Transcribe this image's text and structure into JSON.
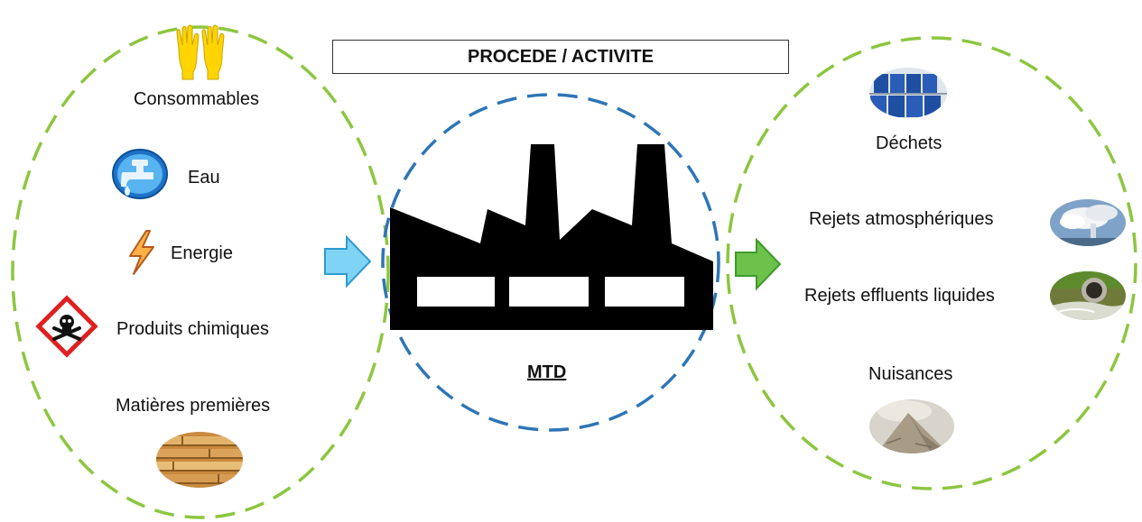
{
  "title": "PROCEDE / ACTIVITE",
  "center": {
    "label": "MTD"
  },
  "inputs": [
    {
      "label": "Consommables",
      "icon": "gloves-icon"
    },
    {
      "label": "Eau",
      "icon": "water-tap-icon"
    },
    {
      "label": "Energie",
      "icon": "lightning-icon"
    },
    {
      "label": "Produits chimiques",
      "icon": "toxic-hazard-icon"
    },
    {
      "label": "Matières premières",
      "icon": "wood-planks-icon"
    }
  ],
  "outputs": [
    {
      "label": "Déchets",
      "icon": "waste-barrels-icon"
    },
    {
      "label": "Rejets atmosphériques",
      "icon": "smoke-stack-icon"
    },
    {
      "label": "Rejets effluents liquides",
      "icon": "drain-pipe-icon"
    },
    {
      "label": "Nuisances",
      "icon": "dust-pile-icon"
    }
  ],
  "colors": {
    "input_circle": "#8cc63f",
    "process_circle": "#2e75b6",
    "output_circle": "#8cc63f",
    "arrow_in": "#7fd3f5",
    "arrow_out": "#6cc24a",
    "factory": "#000000"
  }
}
